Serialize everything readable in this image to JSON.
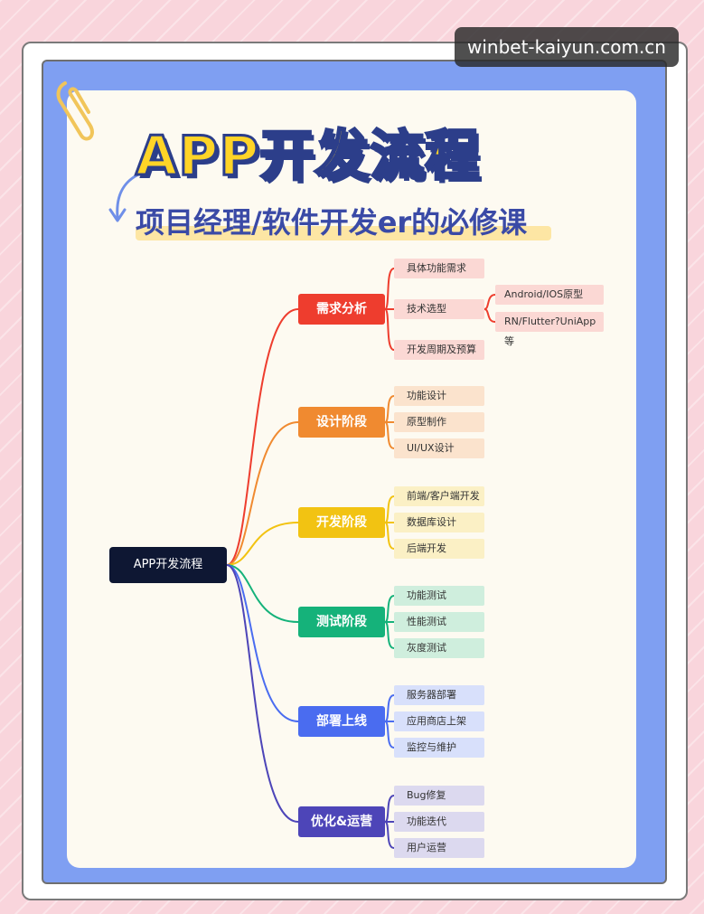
{
  "watermark": "winbet-kaiyun.com.cn",
  "title": "APP开发流程",
  "subtitle": "项目经理/软件开发er的必修课",
  "diagram": {
    "root": "APP开发流程",
    "stages": [
      {
        "label": "需求分析",
        "color": "#ee3d2e",
        "leaf_color": "#fbd8d4",
        "children": [
          "具体功能需求",
          "技术选型",
          "开发周期及预算"
        ],
        "sub": [
          "Android/IOS原型",
          "RN/Flutter?UniApp等"
        ]
      },
      {
        "label": "设计阶段",
        "color": "#f08a30",
        "leaf_color": "#fbe3cd",
        "children": [
          "功能设计",
          "原型制作",
          "UI/UX设计"
        ]
      },
      {
        "label": "开发阶段",
        "color": "#f2c312",
        "leaf_color": "#fbf0c5",
        "children": [
          "前端/客户端开发",
          "数据库设计",
          "后端开发"
        ]
      },
      {
        "label": "测试阶段",
        "color": "#15b27a",
        "leaf_color": "#cfeedd",
        "children": [
          "功能测试",
          "性能测试",
          "灰度测试"
        ]
      },
      {
        "label": "部署上线",
        "color": "#4a6cf0",
        "leaf_color": "#d8e0fb",
        "children": [
          "服务器部署",
          "应用商店上架",
          "监控与维护"
        ]
      },
      {
        "label": "优化&运营",
        "color": "#4d45b8",
        "leaf_color": "#dcd9ef",
        "children": [
          "Bug修复",
          "功能迭代",
          "用户运营"
        ]
      }
    ]
  }
}
